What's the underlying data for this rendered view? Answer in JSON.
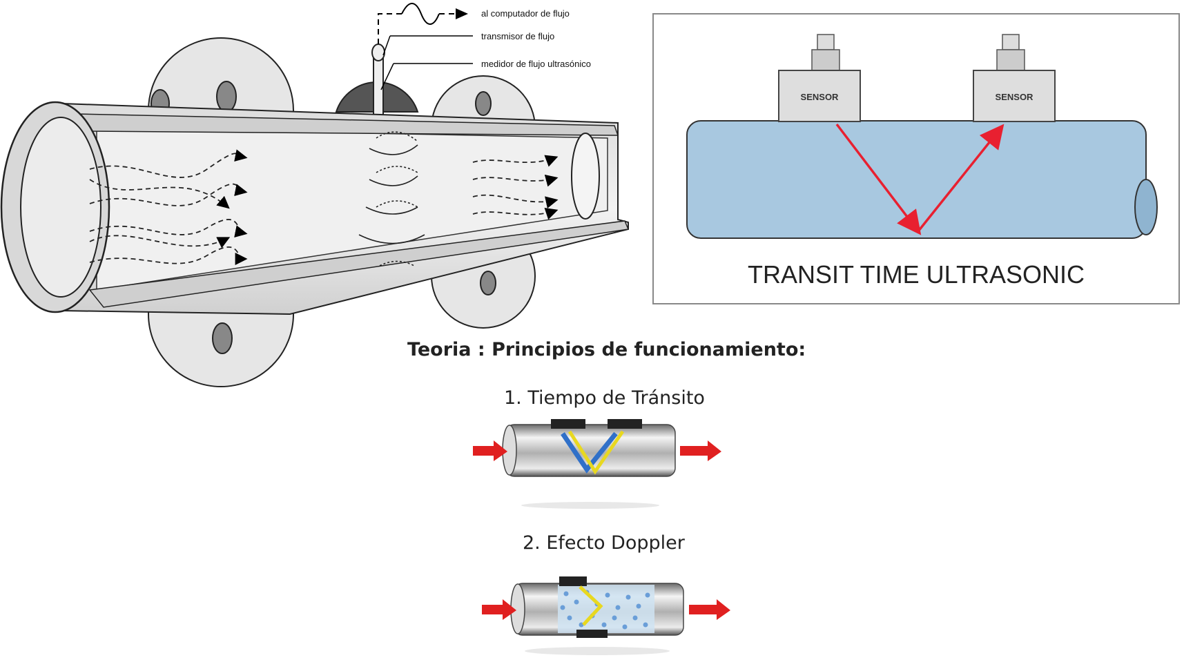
{
  "left_diagram": {
    "label_computer": "al computador de flujo",
    "label_transmitter": "transmisor de flujo",
    "label_meter": "medidor de flujo ultrasónico"
  },
  "right_diagram": {
    "sensor_left": "SENSOR",
    "sensor_right": "SENSOR",
    "caption": "TRANSIT TIME ULTRASONIC",
    "colors": {
      "pipe": "#a8c8e0",
      "beam": "#e82030"
    }
  },
  "theory": {
    "heading": "Teoria : Principios de funcionamiento:",
    "item1": "1. Tiempo de Tránsito",
    "item2": "2. Efecto Doppler",
    "colors": {
      "arrow": "#e02020",
      "beam_blue": "#3070c8",
      "beam_yellow": "#e8d820"
    }
  }
}
